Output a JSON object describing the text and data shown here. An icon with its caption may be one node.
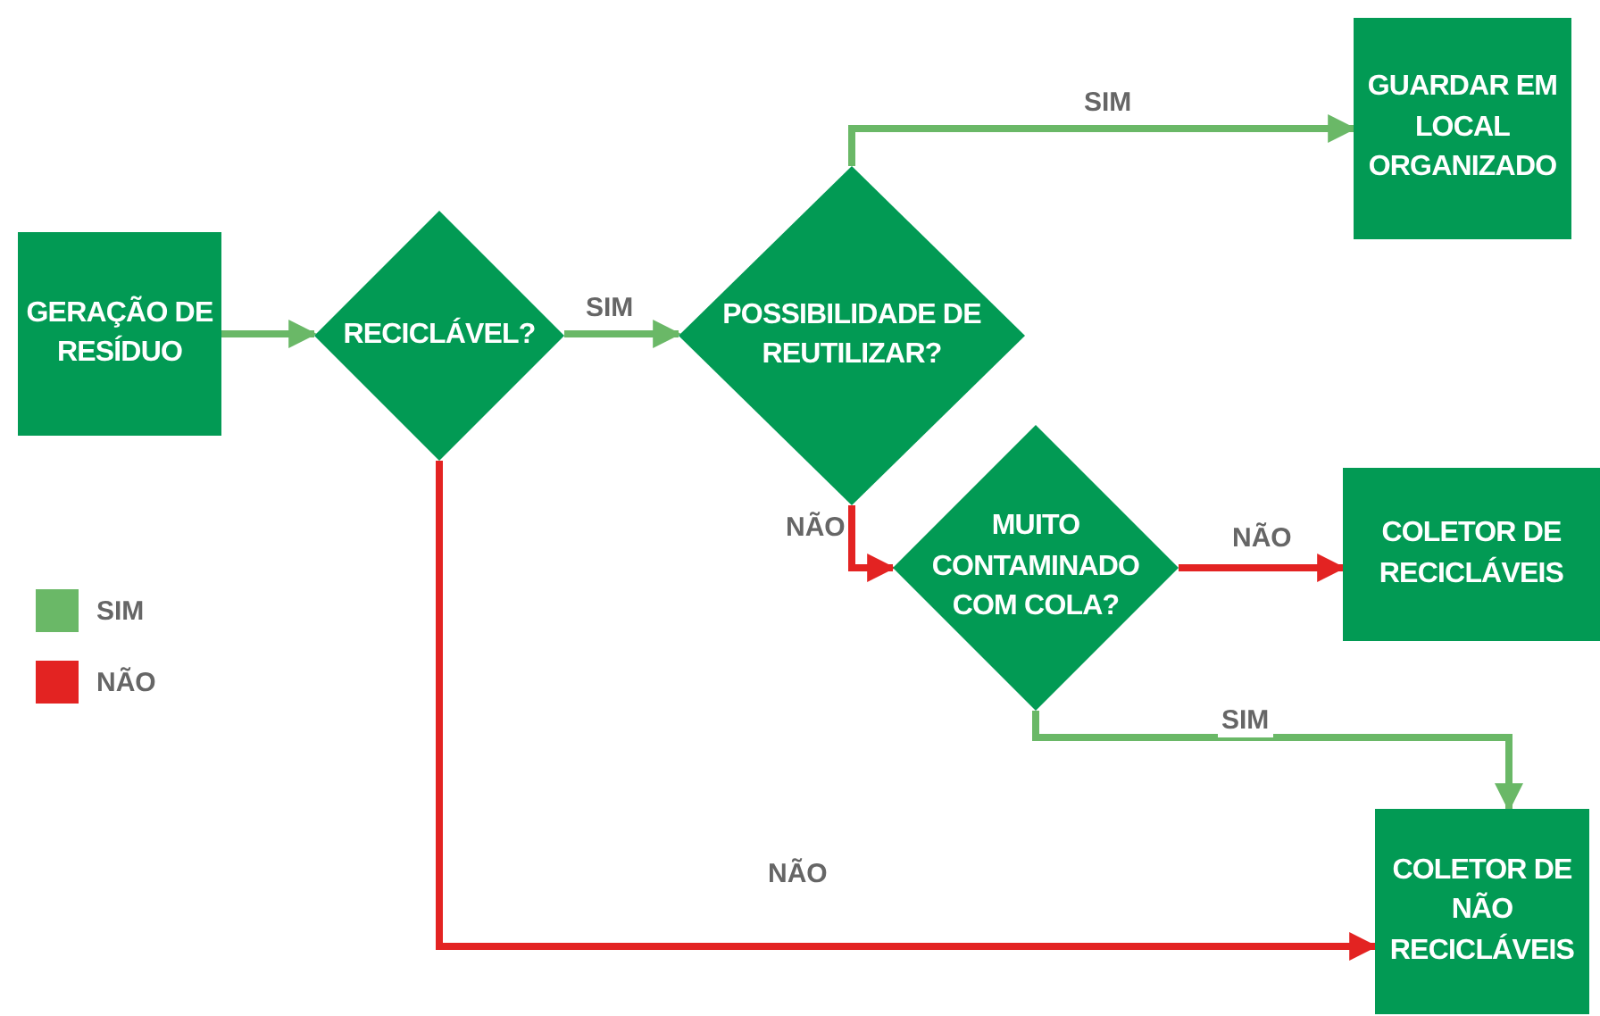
{
  "diagram": {
    "nodes": [
      {
        "text": [
          "GERAÇÃO DE RESÍDUO"
        ]
      },
      {
        "text": [
          "RECICLÁVEL?"
        ]
      },
      {
        "text": [
          "POSSIBILIDADE DE REUTILIZAR?"
        ]
      },
      {
        "text": [
          "GUARDAR EM LOCAL ORGANIZADO"
        ]
      },
      {
        "text": [
          "MUITO CONTAMINADO COM COLA?"
        ]
      },
      {
        "text": [
          "COLETOR DE RECICLÁVEIS"
        ]
      },
      {
        "text": [
          "COLETOR DE NÃO RECICLÁVEIS"
        ]
      }
    ],
    "edges": [
      {
        "from": 0,
        "to": 1,
        "arrow": "to"
      },
      {
        "from": 1,
        "to": 2,
        "arrow": "to",
        "label": "SIM"
      },
      {
        "from": 2,
        "to": 3,
        "arrow": "to",
        "label": "SIM"
      },
      {
        "from": 2,
        "to": 4,
        "arrow": "to",
        "label": "NÃO",
        "color": "#e32322"
      },
      {
        "from": 4,
        "to": 5,
        "arrow": "to",
        "label": "NÃO",
        "color": "#e32322"
      },
      {
        "from": 4,
        "to": 6,
        "arrow": "to",
        "label": "SIM"
      },
      {
        "from": 1,
        "to": 6,
        "arrow": "to",
        "label": "NÃO",
        "color": "#e32322"
      }
    ],
    "legend": [
      {
        "text": "SIM",
        "color": "#6ab867"
      },
      {
        "text": "NÃO",
        "color": "#e32322"
      }
    ]
  }
}
